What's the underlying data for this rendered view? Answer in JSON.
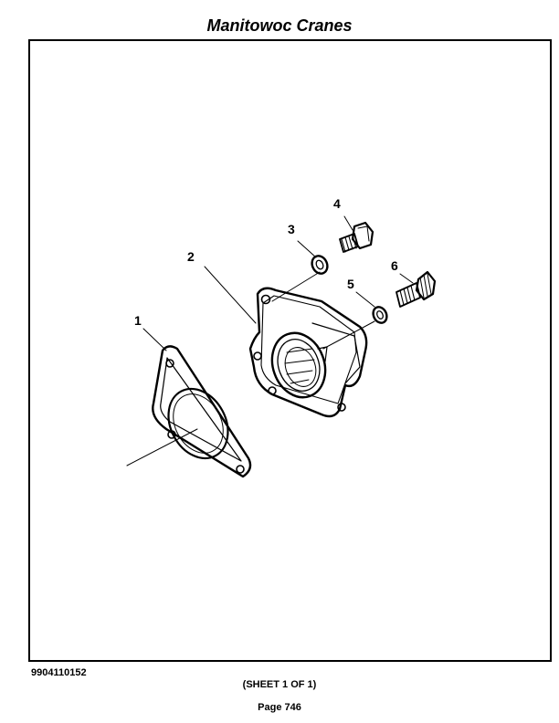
{
  "header": {
    "title": "Manitowoc Cranes"
  },
  "diagram": {
    "callouts": [
      "1",
      "2",
      "3",
      "4",
      "5",
      "6"
    ]
  },
  "footer": {
    "doc_number": "9904110152",
    "sheet": "(SHEET 1 OF 1)",
    "page": "Page 746"
  }
}
